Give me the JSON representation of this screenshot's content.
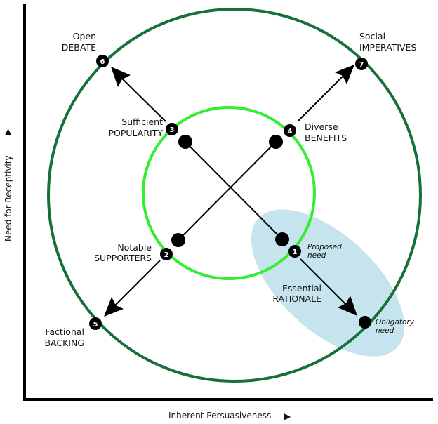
{
  "diagram": {
    "axes": {
      "x_label": "Inherent Persuasiveness",
      "y_label": "Need for Receptivity",
      "x_arrow": "▶",
      "y_arrow": "▲"
    },
    "colors": {
      "outer_circle": "#16703a",
      "inner_circle": "#33ee33",
      "ellipse": "#c5e4ee",
      "node": "#000000",
      "axis": "#000000"
    },
    "nodes": [
      {
        "num": "1",
        "line1": "",
        "line2": "",
        "note1": "Proposed",
        "note2": "need"
      },
      {
        "num": "2",
        "line1": "Notable",
        "line2": "SUPPORTERS"
      },
      {
        "num": "3",
        "line1": "Sufficient",
        "line2": "POPULARITY"
      },
      {
        "num": "4",
        "line1": "Diverse",
        "line2": "BENEFITS"
      },
      {
        "num": "5",
        "line1": "Factional",
        "line2": "BACKING"
      },
      {
        "num": "6",
        "line1": "Open",
        "line2": "DEBATE"
      },
      {
        "num": "7",
        "line1": "Social",
        "line2": "IMPERATIVES"
      }
    ],
    "rationale": {
      "line1": "Essential",
      "line2": "RATIONALE"
    },
    "obligatory": {
      "line1": "Obligatory",
      "line2": "need"
    }
  }
}
